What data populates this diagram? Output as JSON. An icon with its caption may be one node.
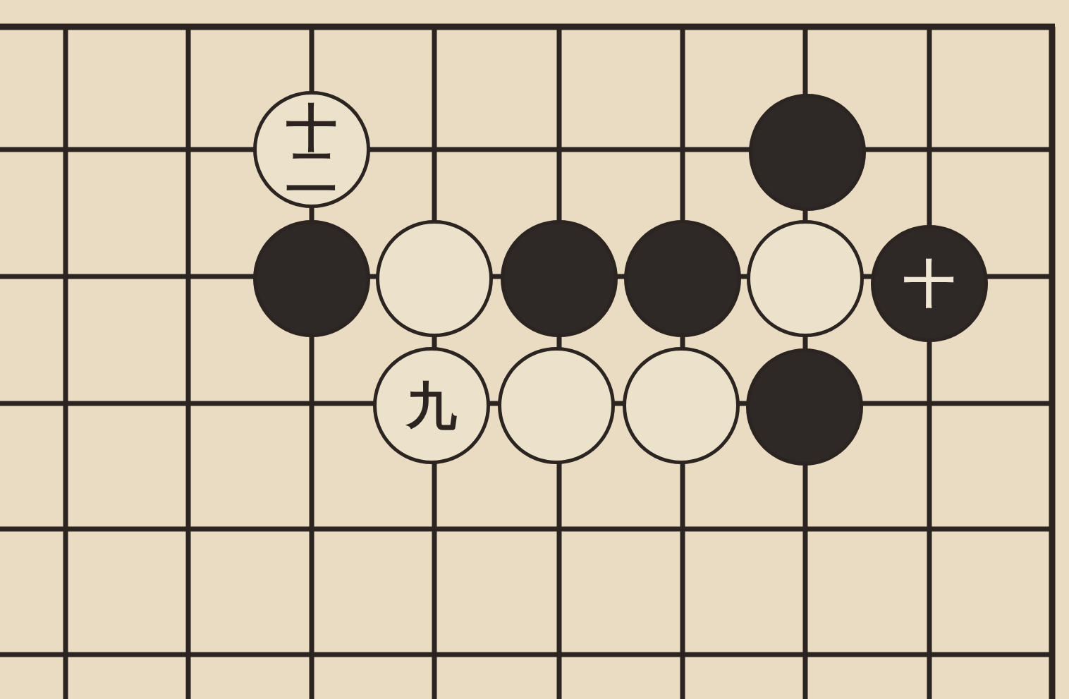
{
  "diagram": {
    "nodes": [
      {
        "text": [
          "十二"
        ]
      },
      {
        "text": [],
        "shape": "circle"
      },
      {
        "text": [],
        "shape": "circle"
      },
      {
        "text": [],
        "shape": "circle"
      },
      {
        "text": [],
        "shape": "circle"
      },
      {
        "text": [],
        "shape": "circle"
      },
      {
        "text": [],
        "shape": "circle"
      },
      {
        "text": [
          "十"
        ]
      },
      {
        "text": [
          "九"
        ]
      },
      {
        "text": [],
        "shape": "circle"
      },
      {
        "text": [],
        "shape": "circle"
      },
      {
        "text": [],
        "shape": "circle"
      }
    ]
  }
}
